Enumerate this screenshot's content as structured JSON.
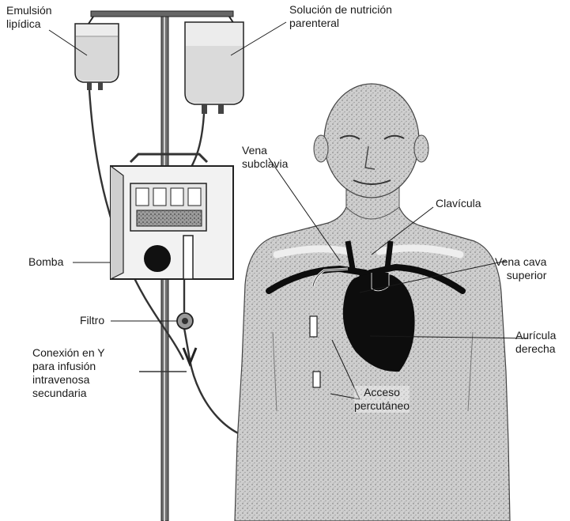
{
  "labels": {
    "emulsion": "Emulsión\nlipídica",
    "solucion": "Solución de nutrición\nparenteral",
    "vena_subclavia": "Vena\nsubclavia",
    "clavicula": "Clavícula",
    "bomba": "Bomba",
    "vena_cava": "Vena cava\nsuperior",
    "filtro": "Filtro",
    "auricula": "Aurícula\nderecha",
    "conexion": "Conexión en Y\npara infusión\nintravenosa\nsecundaria",
    "acceso": "Acceso\npercutáneo"
  },
  "colors": {
    "ink": "#1a1a1a",
    "shade": "#bdbdbd",
    "heart": "#0d0d0d"
  }
}
